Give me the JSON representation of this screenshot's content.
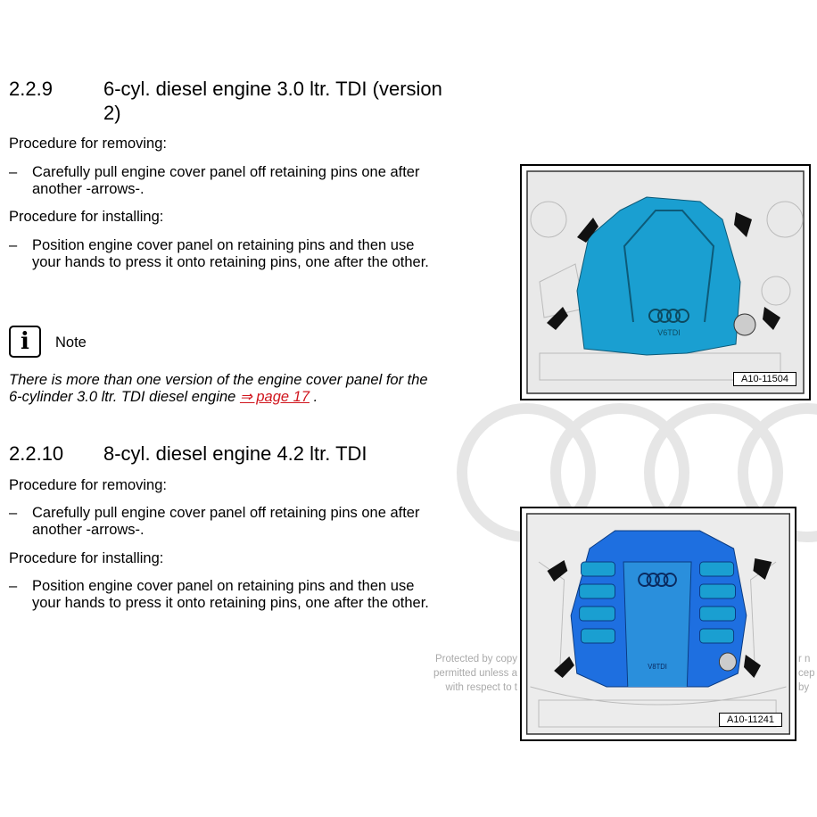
{
  "section1": {
    "number": "2.2.9",
    "title_line1": "6-cyl. diesel engine 3.0 ltr. TDI (version",
    "title_line2": "2)",
    "removing_heading": "Procedure for removing:",
    "removing_step_line1": "Carefully pull engine cover panel off retaining pins one after",
    "removing_step_line2": "another -arrows-.",
    "installing_heading": "Procedure for installing:",
    "installing_step_line1": "Position engine cover panel on retaining pins and then use",
    "installing_step_line2": "your hands to press it onto retaining pins, one after the other.",
    "figure_label": "A10-11504",
    "cover_text": "V6TDI"
  },
  "note": {
    "label": "Note",
    "icon": "info-icon",
    "text_line1": "There is more than one version of the engine cover panel for the",
    "text_line2": "6-cylinder 3.0 ltr. TDI diesel engine ",
    "link": "⇒ page 17",
    "after": " ."
  },
  "section2": {
    "number": "2.2.10",
    "title": "8-cyl. diesel engine 4.2 ltr. TDI",
    "removing_heading": "Procedure for removing:",
    "removing_step_line1": "Carefully pull engine cover panel off retaining pins one after",
    "removing_step_line2": "another -arrows-.",
    "installing_heading": "Procedure for installing:",
    "installing_step_line1": "Position engine cover panel on retaining pins and then use",
    "installing_step_line2": "your hands to press it onto retaining pins, one after the other.",
    "figure_label": "A10-11241",
    "cover_text": "V8TDI"
  },
  "dash": "–",
  "watermark": {
    "left1": "Protected by copy",
    "left2": "permitted unless a",
    "left3": "with respect to t",
    "right1": "r n",
    "right2": "cep",
    "right3": "by"
  },
  "colors": {
    "cover_blue": "#1a9fd1",
    "cover_blue2": "#1e6fe0",
    "link": "#d0161e"
  }
}
